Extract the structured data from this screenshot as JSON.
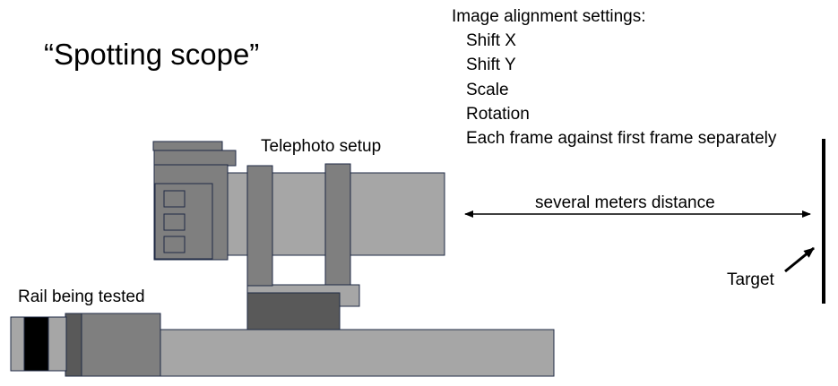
{
  "diagram": {
    "title": "“Spotting scope”",
    "settings": {
      "heading": "Image alignment settings:",
      "items": [
        "Shift X",
        "Shift Y",
        "Scale",
        "Rotation",
        "Each frame against first frame separately"
      ]
    },
    "labels": {
      "telephoto": "Telephoto setup",
      "distance": "several meters distance",
      "target": "Target",
      "rail": "Rail being tested"
    },
    "colors": {
      "light_gray": "#a6a6a6",
      "mid_gray": "#7f7f7f",
      "dark_gray": "#595959",
      "black": "#000000",
      "outline": "#1f2a44"
    }
  }
}
